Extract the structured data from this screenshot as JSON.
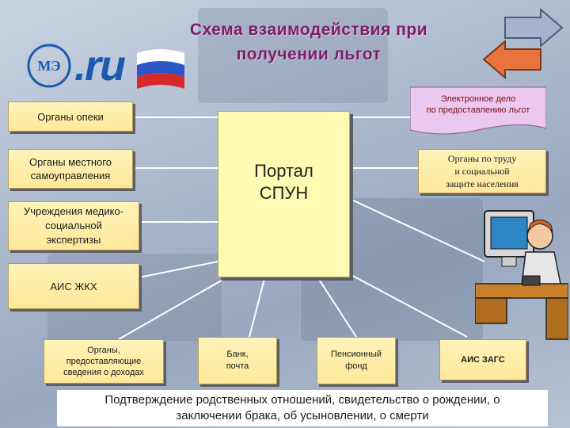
{
  "title": "Схема взаимодействия при\nполучении льгот",
  "logo": {
    "text": ".ru"
  },
  "portal": {
    "label": "Портал\nСПУН"
  },
  "boxes": {
    "opeka": "Органы опеки",
    "local_gov": "Органы местного\nсамоуправления",
    "medical": "Учреждения медико-\nсоциальной\nэкспертизы",
    "ais_zhkh": "АИС ЖКХ",
    "income": "Органы,\nпредоставляющие\nсведения о доходах",
    "bank": "Банк,\nпочта",
    "pension": "Пенсионный\nфонд",
    "zags": "АИС ЗАГС",
    "e_case": "Электронное дело\nпо предоставлению льгот",
    "labor": "Органы по труду\nи социальной\nзащите населения"
  },
  "footer": "Подтверждение родственных отношений, свидетельство о рождении, о\nзаключении брака, об усыновлении, о смерти",
  "colors": {
    "title": "#7a1f6b",
    "box_fill": "#ffe89a",
    "portal_fill": "#fffbb2",
    "shadow": "#5d5d66",
    "connector": "#ffffff"
  },
  "icons": [
    "logo-icon",
    "flag-icon",
    "arrows-icon",
    "person-computer-icon"
  ]
}
